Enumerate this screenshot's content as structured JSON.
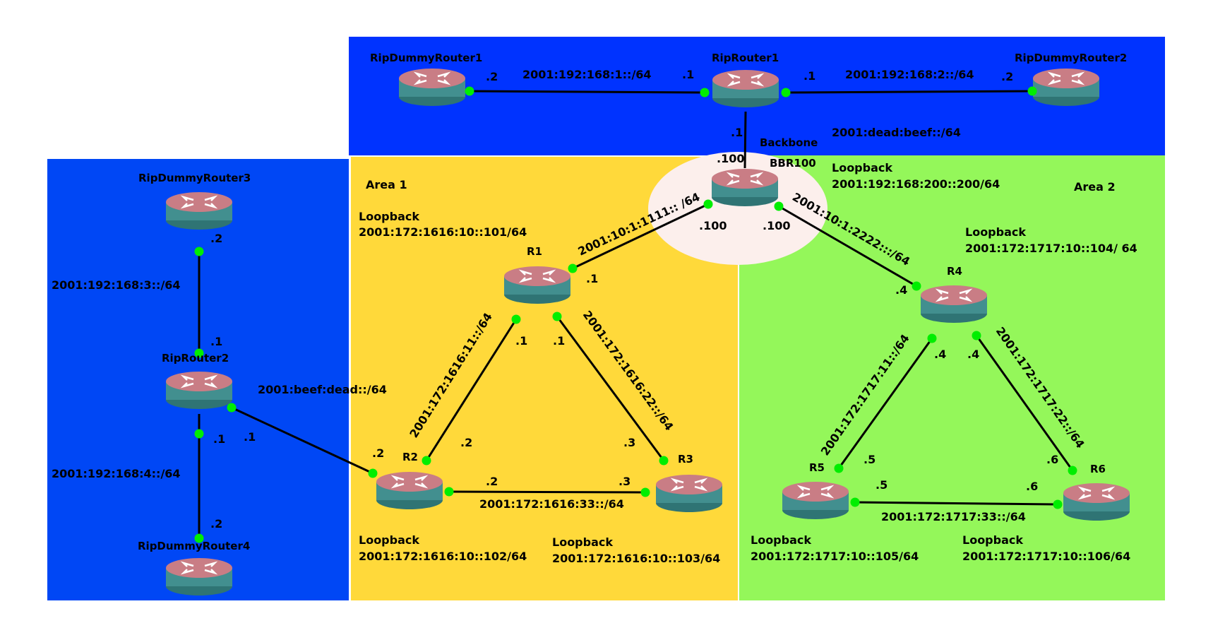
{
  "colors": {
    "rip_region": "#0033ff",
    "area1": "#ffd93a",
    "area2": "#94f75a",
    "backbone": "#fcefec",
    "port": "#00ee00",
    "router_top": "#c97d85",
    "router_side": "#3e8f8f"
  },
  "icons": {
    "router": "router-icon"
  },
  "regions": {
    "area1_label": "Area 1",
    "area2_label": "Area 2",
    "backbone_label": "Backbone"
  },
  "routers": {
    "ripdummy1": "RipDummyRouter1",
    "riprouter1": "RipRouter1",
    "ripdummy2": "RipDummyRouter2",
    "ripdummy3": "RipDummyRouter3",
    "riprouter2": "RipRouter2",
    "ripdummy4": "RipDummyRouter4",
    "bbr100": "BBR100",
    "r1": "R1",
    "r2": "R2",
    "r3": "R3",
    "r4": "R4",
    "r5": "R5",
    "r6": "R6"
  },
  "networks": {
    "n192_1": "2001:192:168:1::/64",
    "n192_2": "2001:192:168:2::/64",
    "dead_beef": "2001:dead:beef::/64",
    "n192_3": "2001:192:168:3::/64",
    "n192_4": "2001:192:168:4::/64",
    "beef_dead": "2001:beef:dead::/64",
    "n10_1111": "2001:10:1:1111:: /64",
    "n10_2222": "2001:10:1:2222:::/64",
    "n1616_11": "2001:172:1616:11::/64",
    "n1616_22": "2001:172:1616:22::/64",
    "n1616_33": "2001:172:1616:33::/64",
    "n1717_11": "2001:172:1717:11::/64",
    "n1717_22": "2001:172:1717:22::/64",
    "n1717_33": "2001:172:1717:33::/64"
  },
  "loopbacks": {
    "heading": "Loopback",
    "bbr100": "2001:192:168:200::200/64",
    "r1": "2001:172:1616:10::101/64",
    "r2": "2001:172:1616:10::102/64",
    "r3": "2001:172:1616:10::103/64",
    "r4": "2001:172:1717:10::104/ 64",
    "r5": "2001:172:1717:10::105/64",
    "r6": "2001:172:1717:10::106/64"
  },
  "ports": {
    "p2": ".2",
    "p1": ".1",
    "p3": ".3",
    "p4": ".4",
    "p5": ".5",
    "p6": ".6",
    "p100": ".100"
  }
}
